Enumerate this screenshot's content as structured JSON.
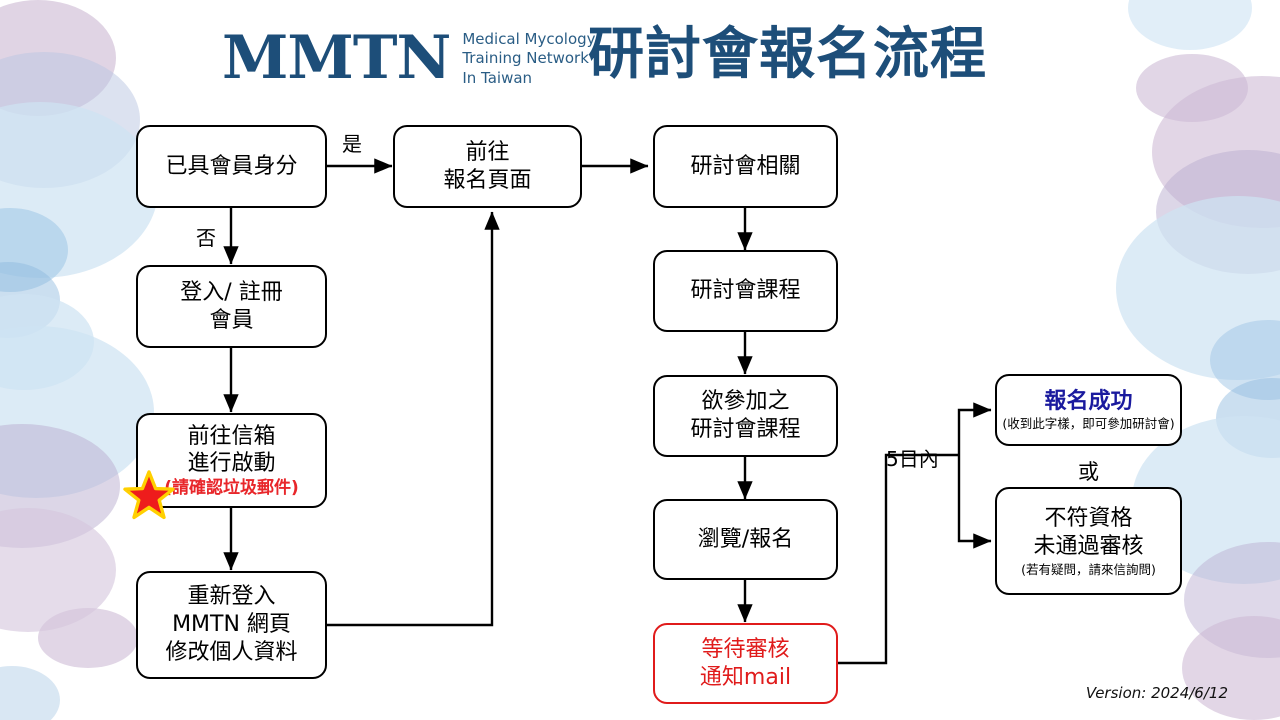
{
  "header": {
    "logo_mark": "MMTN",
    "logo_sub_line1": "Medical Mycology",
    "logo_sub_line2": "Training Network",
    "logo_sub_line3": "In Taiwan",
    "title": "研討會報名流程",
    "brand_color": "#1d4e79"
  },
  "nodes": {
    "member_check": {
      "line1": "已具會員身分"
    },
    "login_register": {
      "line1": "登入/ 註冊",
      "line2": "會員"
    },
    "mailbox": {
      "line1": "前往信箱",
      "line2": "進行啟動",
      "note": "(請確認垃圾郵件)",
      "note_color": "#e8262a"
    },
    "relogin": {
      "line1": "重新登入",
      "line2": "MMTN 網頁",
      "line3": "修改個人資料"
    },
    "go_register_page": {
      "line1": "前往",
      "line2": "報名頁面"
    },
    "seminar_info": {
      "line1": "研討會相關"
    },
    "seminar_course": {
      "line1": "研討會課程"
    },
    "desired_course": {
      "line1": "欲參加之",
      "line2": "研討會課程"
    },
    "browse_signup": {
      "line1": "瀏覽/報名"
    },
    "waiting_review": {
      "line1": "等待審核",
      "line2": "通知mail",
      "color": "#e01b1b"
    },
    "success": {
      "title": "報名成功",
      "note": "(收到此字樣，即可參加研討會)",
      "title_color": "#1a1a9e"
    },
    "rejected": {
      "line1": "不符資格",
      "line2": "未通過審核",
      "note": "(若有疑問，請來信詢問)"
    }
  },
  "edges": {
    "yes_label": "是",
    "no_label": "否",
    "within_5_days": "5日內",
    "or_label": "或"
  },
  "footer": {
    "version": "Version: 2024/6/12"
  },
  "icons": {
    "star": "red-star-icon"
  }
}
